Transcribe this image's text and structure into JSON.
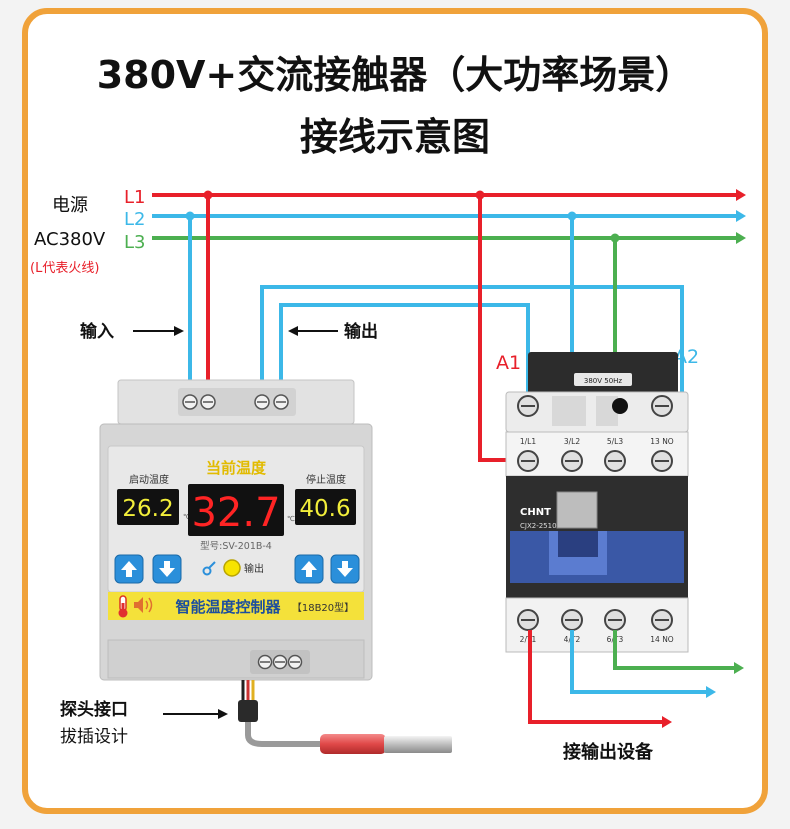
{
  "title": {
    "line1": "380V+交流接触器（大功率场景）",
    "line2": "接线示意图"
  },
  "power": {
    "label": "电源",
    "voltage": "AC380V",
    "note": "(L代表火线)",
    "l1": "L1",
    "l2": "L2",
    "l3": "L3"
  },
  "labels": {
    "input": "输入",
    "output": "输出",
    "probe_line1": "探头接口",
    "probe_line2": "拔插设计",
    "output_device": "接输出设备",
    "a1": "A1",
    "a2": "A2"
  },
  "controller": {
    "start_label": "启动温度",
    "start_value": "26.2",
    "current_label": "当前温度",
    "current_value": "32.7",
    "stop_label": "停止温度",
    "stop_value": "40.6",
    "unit": "℃",
    "model": "型号:SV-201B-4",
    "output_led": "输出",
    "name": "智能温度控制器",
    "type": "【18B20型】",
    "icons": [
      "thermometer-icon",
      "speaker-icon",
      "up-arrow-icon",
      "down-arrow-icon",
      "key-icon"
    ]
  },
  "contactor": {
    "brand": "CHNT",
    "model": "CJX2-2510",
    "coil_rating": "380V 50Hz",
    "top_terminals": [
      "1/L1",
      "3/L2",
      "5/L3",
      "13 NO"
    ],
    "bottom_terminals": [
      "2/T1",
      "4/T2",
      "6/T3",
      "14 NO"
    ]
  },
  "colors": {
    "l1": "#e8202a",
    "l2": "#3cb8e8",
    "l3": "#4caf50",
    "border": "#f0a23a"
  }
}
